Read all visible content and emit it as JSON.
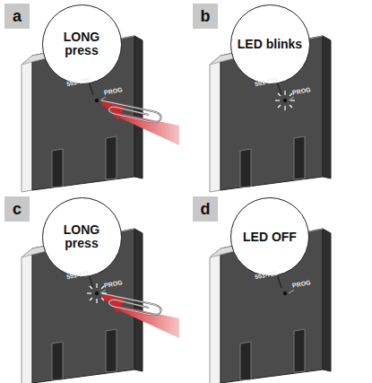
{
  "diagram": {
    "nodes": [
      {
        "text": [
          "a"
        ]
      },
      {
        "text": [
          "LONG press"
        ]
      },
      {
        "text": [
          "b"
        ]
      },
      {
        "text": [
          "LED blinks"
        ]
      },
      {
        "text": [
          "c"
        ]
      },
      {
        "text": [
          "LONG press"
        ]
      },
      {
        "text": [
          "d"
        ]
      },
      {
        "text": [
          "LED OFF"
        ]
      }
    ],
    "labels": [
      "551-723",
      "PROG",
      "551-723",
      "PROG",
      "551-723",
      "PROG",
      "551-723",
      "PROG"
    ]
  }
}
